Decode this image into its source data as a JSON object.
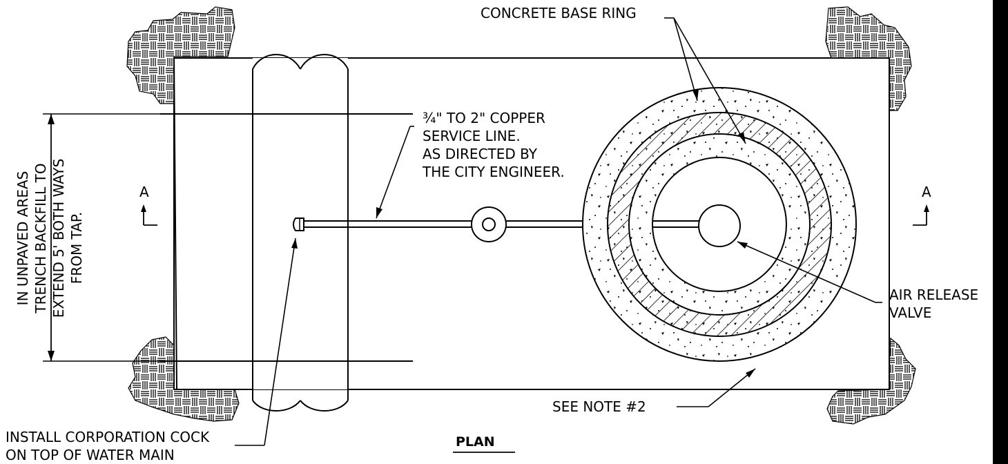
{
  "labels": {
    "concrete_base_ring": "CONCRETE BASE RING",
    "service_line": [
      "¾\" TO 2\" COPPER",
      "SERVICE LINE.",
      "AS DIRECTED BY",
      "THE CITY ENGINEER."
    ],
    "backfill_note": [
      "IN UNPAVED AREAS",
      "TRENCH BACKFILL TO",
      "EXTEND 5' BOTH WAYS",
      "FROM TAP."
    ],
    "air_release_valve": [
      "AIR RELEASE",
      "VALVE"
    ],
    "see_note": "SEE NOTE #2",
    "corporation_cock": [
      "INSTALL CORPORATION COCK",
      "ON TOP OF WATER MAIN"
    ],
    "section_marker_left": "A",
    "section_marker_right": "A",
    "plan_title": "PLAN"
  },
  "colors": {
    "line": "#000000",
    "background": "#ffffff"
  }
}
